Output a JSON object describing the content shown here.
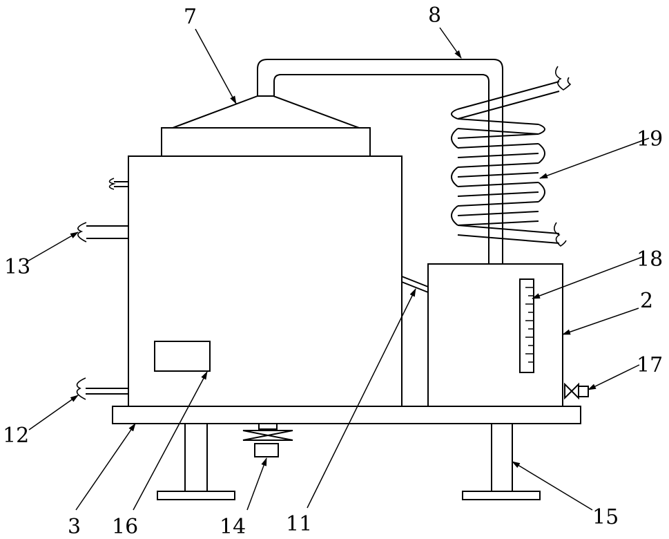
{
  "labels": {
    "l7": "7",
    "l8": "8",
    "l19": "19",
    "l13": "13",
    "l18": "18",
    "l2": "2",
    "l17": "17",
    "l12": "12",
    "l3": "3",
    "l16": "16",
    "l14": "14",
    "l11": "11",
    "l15": "15"
  }
}
